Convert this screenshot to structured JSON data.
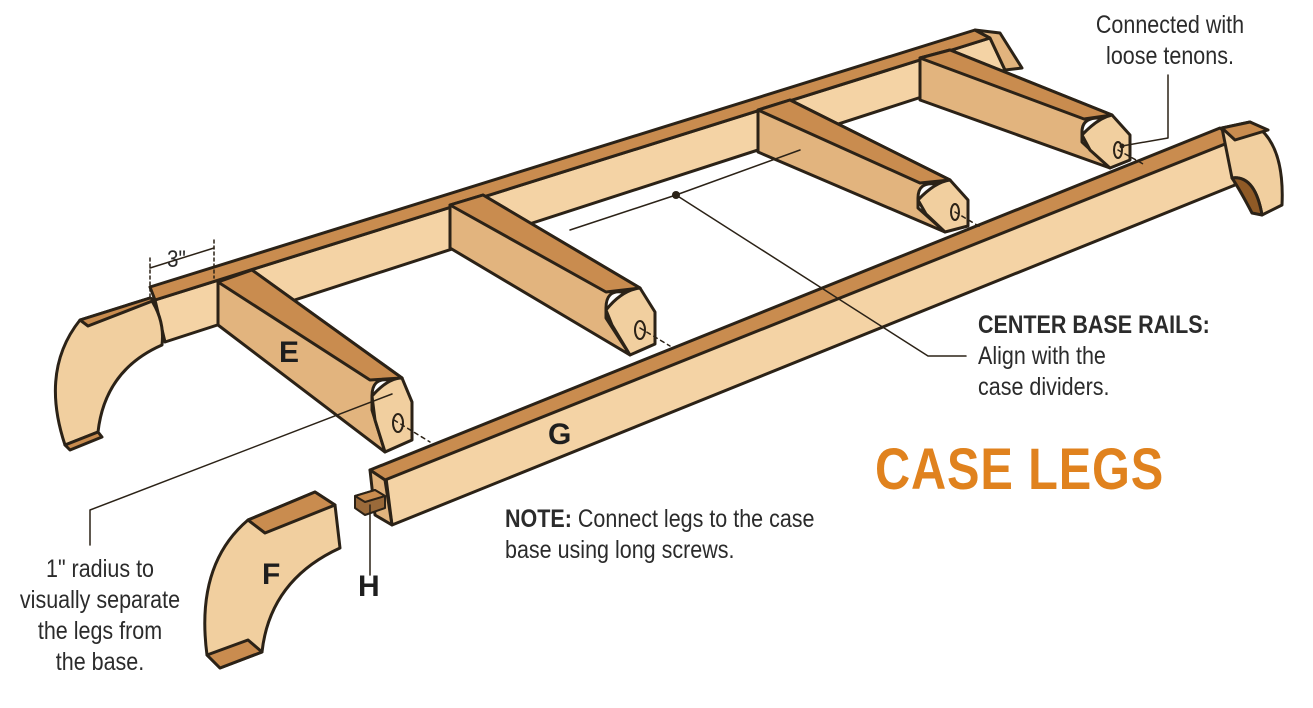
{
  "title": "CASE LEGS",
  "colors": {
    "title": "#e0821e",
    "wood_top": "#c98c4f",
    "wood_face": "#e2b47e",
    "wood_light": "#f4d3a5",
    "wood_end": "#f1cf9f",
    "outline": "#2b2217",
    "text": "#2b2b2b"
  },
  "callouts": {
    "tenons": [
      "Connected with",
      "loose tenons."
    ],
    "rails_heading": "CENTER BASE RAILS:",
    "rails_body": [
      "Align with the",
      "case dividers."
    ],
    "note_label": "NOTE:",
    "note_text": [
      "Connect legs to the case",
      "base using long screws."
    ],
    "radius": [
      "1\" radius to",
      "visually separate",
      "the legs from",
      "the base."
    ],
    "dimension": "3\""
  },
  "parts": {
    "e": "E",
    "f": "F",
    "g": "G",
    "h": "H"
  }
}
